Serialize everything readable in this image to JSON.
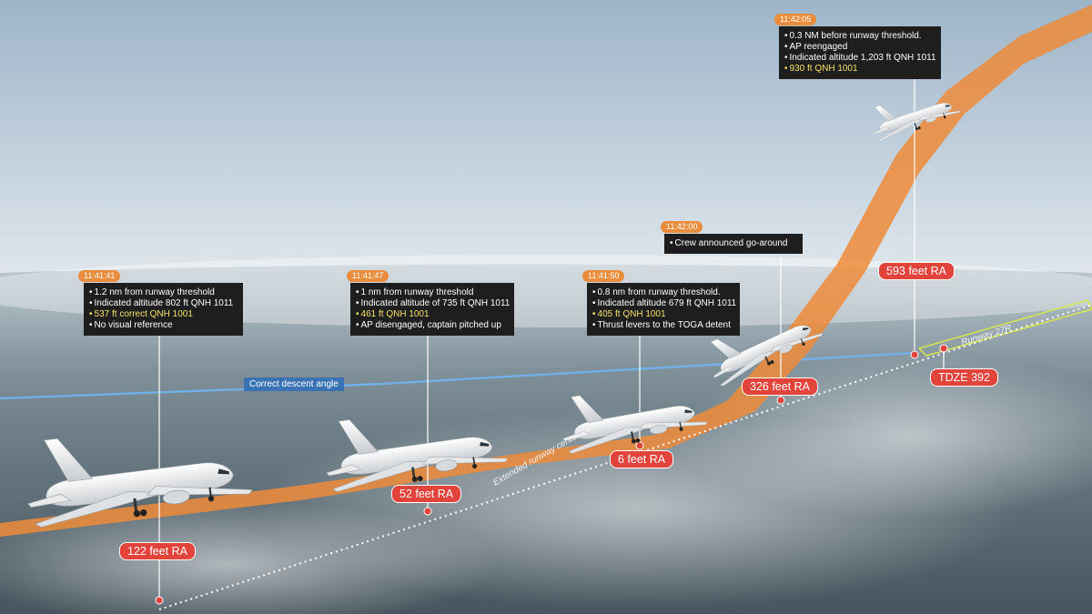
{
  "colors": {
    "flight_path": "#ee8b3a",
    "descent_angle": "#6fb4ee",
    "callout_bg": "#1e1e1e",
    "highlight_text": "#f4e26a",
    "time_badge": "#e98d3c",
    "ra_badge": "#e2433a",
    "runway_outline": "#d6e84a"
  },
  "labels": {
    "correct_descent_angle": "Correct descent angle",
    "extended_centerline": "Extended runway centerline",
    "runway": "Runway 27R"
  },
  "events": [
    {
      "time": "11:41:41",
      "lines": [
        "1.2 nm from runway threshold",
        "Indicated altitude 802 ft QNH 1011",
        "537 ft correct QNH 1001",
        "No visual reference"
      ],
      "ra": "122 feet RA"
    },
    {
      "time": "11:41:47",
      "lines": [
        "1 nm from runway threshold",
        "Indicated altitude of 735 ft QNH 1011",
        "461 ft QNH 1001",
        "AP disengaged, captain pitched up"
      ],
      "ra": "52 feet RA"
    },
    {
      "time": "11:41:50",
      "lines": [
        "0.8 nm from runway threshold.",
        "Indicated altitude 679 ft QNH 1011",
        "405 ft QNH 1001",
        "Thrust levers to the TOGA detent"
      ],
      "ra": "6 feet RA"
    },
    {
      "time": "11:42:00",
      "lines": [
        "Crew announced go-around"
      ],
      "ra": "326 feet RA"
    },
    {
      "time": "11:42:05",
      "lines": [
        "0.3 NM before runway threshold.",
        "AP reengaged",
        "Indicated altitude 1,203 ft QNH 1011",
        "930 ft QNH 1001"
      ],
      "ra": "593 feet RA"
    }
  ],
  "tdze": "TDZE 392"
}
